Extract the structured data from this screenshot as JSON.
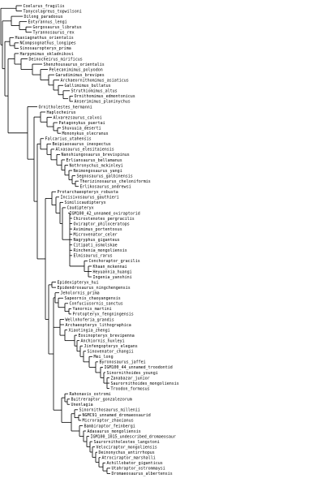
{
  "taxa": [
    "Coelurus_fragilis",
    "Tanycolagreus_topwilsoni",
    "Dilong_paradoxus",
    "Eotyrannus_lengi",
    "Gorgosaurus_libratus",
    "Tyrannosaurus_rex",
    "Huaxiagnathus_orientalis",
    "NCompsognathus_longipes",
    "Sinosauropteryx_prima",
    "Harpymimus_okladnikovi",
    "Deinocheirus_mirificus",
    "Shenzhousaurus_orientalis",
    "Pelecanimimus_polyodon",
    "Garudimimus_brevipes",
    "Archaeornithomimus_asiaticus",
    "Gallimimus_bullatus",
    "Struthiomimus_altus",
    "Ornithomimus_edmontonicus",
    "Anserimimus_planinychus",
    "Ornitholestes_hermanni",
    "Haplocheirus",
    "Alvarezsaurus_calvoi",
    "Patagonykus_puertai",
    "Shuvuuia_deserti",
    "Mononykus_olecranus",
    "Falcarius_utahensis",
    "Beipiaosaurus_inexpectus",
    "Alxasaurus_elesitaiensis",
    "Nanshiungosaurus_brevispinus",
    "Erliansaurus_bellamanus",
    "Nothronychus_mckinleyi",
    "Neimongosaurus_yangi",
    "Segnosaurus_galbinensis",
    "Therizinosaurus_cheloniformis",
    "Erlikosaurus_andrewsi",
    "Protarchaeopteryx_robusta",
    "Incisivosaurus_gauthieri",
    "Similicaudipteryx",
    "Caudipteryx",
    "IGM100_42_unnamed_oviraptorid",
    "Chirostenotes_pergracilis",
    "Oviraptor_philoceratops",
    "Avimimus_portentosus",
    "Microvenator_celer",
    "Nagryphus_giganteus",
    "Citipati_osmolskae",
    "Rinchenia_mongoliensis",
    "Elmisaurus_rarus",
    "Conchoraptor_gracilis",
    "Khaan_mckennai",
    "Heyuannia_huangi",
    "Ingenia_yanshini",
    "Epidexipteryx_hui",
    "Epidendrosaurus_ningchengensis",
    "Jeholornis_prima",
    "Sapeornis_chaoyangensis",
    "Confuciusornis_sanctus",
    "Yanornis_martini",
    "Protopteryx_fengningensis",
    "Wellnhoferia_grandis",
    "Archaeopteryx_lithographica",
    "Xiaotingia_zhengi",
    "Eosinopteryx_brevipenna",
    "Anchiornis_huxleyi",
    "Jinfengopteryx_elegans",
    "Sinovenator_changii",
    "Mei_long",
    "Byronosaurus_jaffei",
    "IGM100_44_unnamed_troodontid",
    "Sinornithoides_youngi",
    "Zanabazar_junior",
    "Saurornithoides_mongoliensis",
    "Troodon_formosus",
    "Rahonavis_ostromi",
    "Buitreraptor_gonzalezorum",
    "Unenlagia",
    "Sinornithosaurus_millenii",
    "NGMC91_unnamed_dromaeosaurid",
    "Microraptor_zhaoianus",
    "Bambiraptor_feinbergi",
    "Adasaurus_mongoliensis",
    "IGM100_1015_undescribed_dromaeosaur",
    "Saurornitholestes_langstoni",
    "Velociraptor_mongoliensis",
    "Deinonychus_antirrhopus",
    "Atrociraptor_marshalli",
    "Achillobator_giganticus",
    "Utahraptor_ostrommaysi",
    "Dromaeosaurus_albertensis"
  ]
}
